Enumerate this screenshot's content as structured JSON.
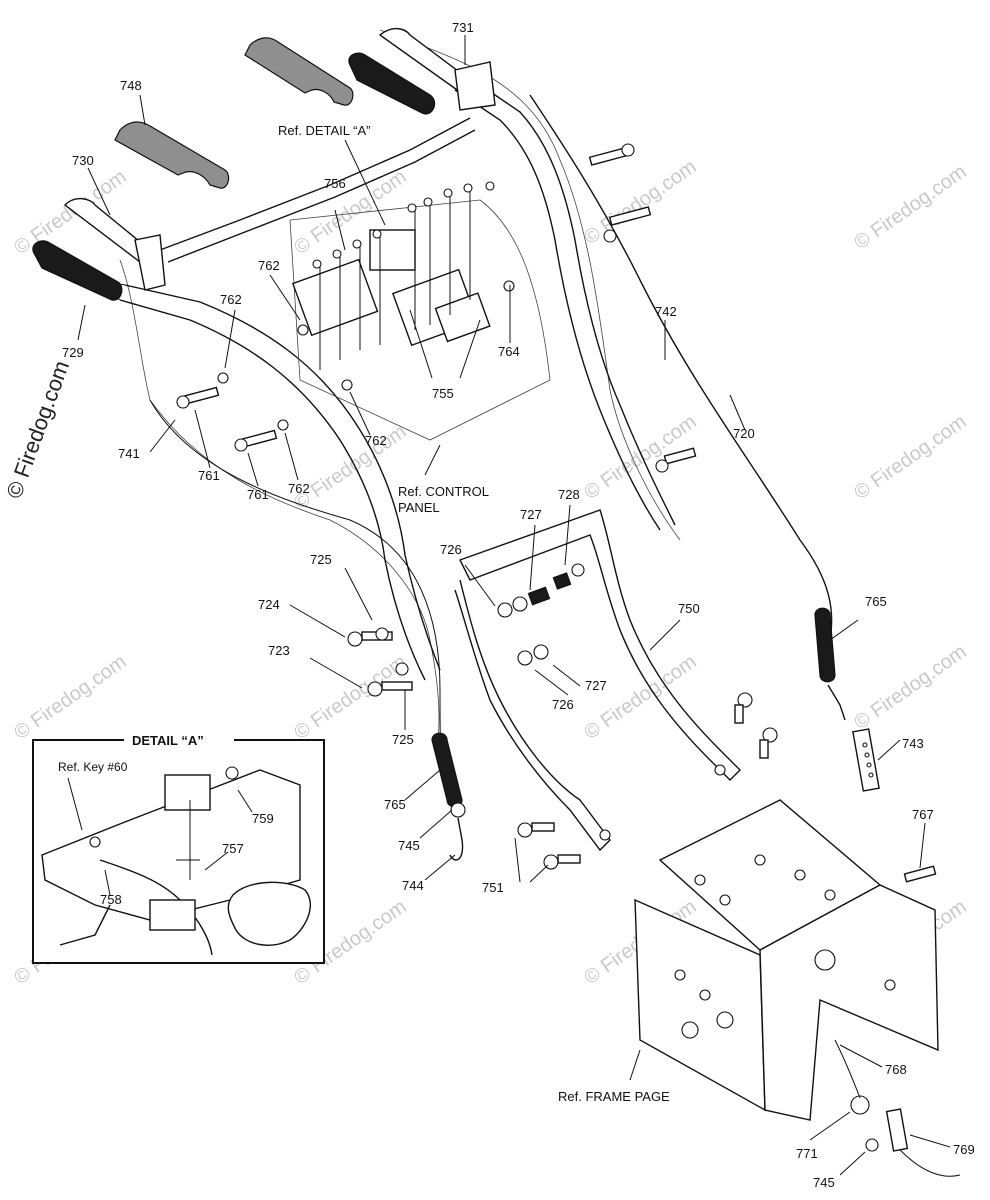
{
  "watermarks": {
    "brand": "© Firedog.com",
    "short": "© Firedog.com"
  },
  "callouts": {
    "c731": "731",
    "c748": "748",
    "c730": "730",
    "c729": "729",
    "c756": "756",
    "c762a": "762",
    "c762b": "762",
    "c762c": "762",
    "c762d": "762",
    "c761a": "761",
    "c761b": "761",
    "c741": "741",
    "c742": "742",
    "c720": "720",
    "c764": "764",
    "c755": "755",
    "c728": "728",
    "c727a": "727",
    "c727b": "727",
    "c726a": "726",
    "c726b": "726",
    "c725a": "725",
    "c725b": "725",
    "c724": "724",
    "c723": "723",
    "c750": "750",
    "c765a": "765",
    "c765b": "765",
    "c743": "743",
    "c745a": "745",
    "c745b": "745",
    "c744": "744",
    "c751": "751",
    "c767": "767",
    "c768": "768",
    "c769": "769",
    "c771": "771",
    "c759": "759",
    "c757": "757",
    "c758": "758"
  },
  "references": {
    "detail_a": "Ref. DETAIL “A”",
    "control_panel_line1": "Ref. CONTROL",
    "control_panel_line2": "PANEL",
    "frame_page": "Ref. FRAME PAGE",
    "key60": "Ref. Key #60"
  },
  "detail_box": {
    "title": "DETAIL “A”"
  }
}
